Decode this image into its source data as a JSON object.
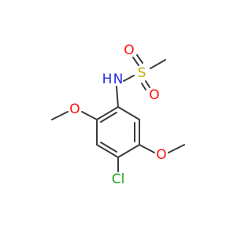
{
  "colors": {
    "bond": "#3b3b3b",
    "carbon": "#3b3b3b",
    "oxygen": "#ff0d0d",
    "sulfur": "#c8a800",
    "nitrogen": "#2a2ae0",
    "chlorine": "#1fa01f"
  },
  "atoms": {
    "sulfonyl_o_left": {
      "symbol": "O",
      "element": "oxygen"
    },
    "sulfonyl_o_right": {
      "symbol": "O",
      "element": "oxygen"
    },
    "sulfur": {
      "symbol": "S",
      "element": "sulfur"
    },
    "amide_n": {
      "symbol": "N",
      "element": "nitrogen"
    },
    "amide_h": {
      "symbol": "H",
      "element": "nitrogen"
    },
    "methoxy_o_upper": {
      "symbol": "O",
      "element": "oxygen"
    },
    "methoxy_o_lower": {
      "symbol": "O",
      "element": "oxygen"
    },
    "chlorine": {
      "symbol": "Cl",
      "element": "chlorine"
    }
  }
}
